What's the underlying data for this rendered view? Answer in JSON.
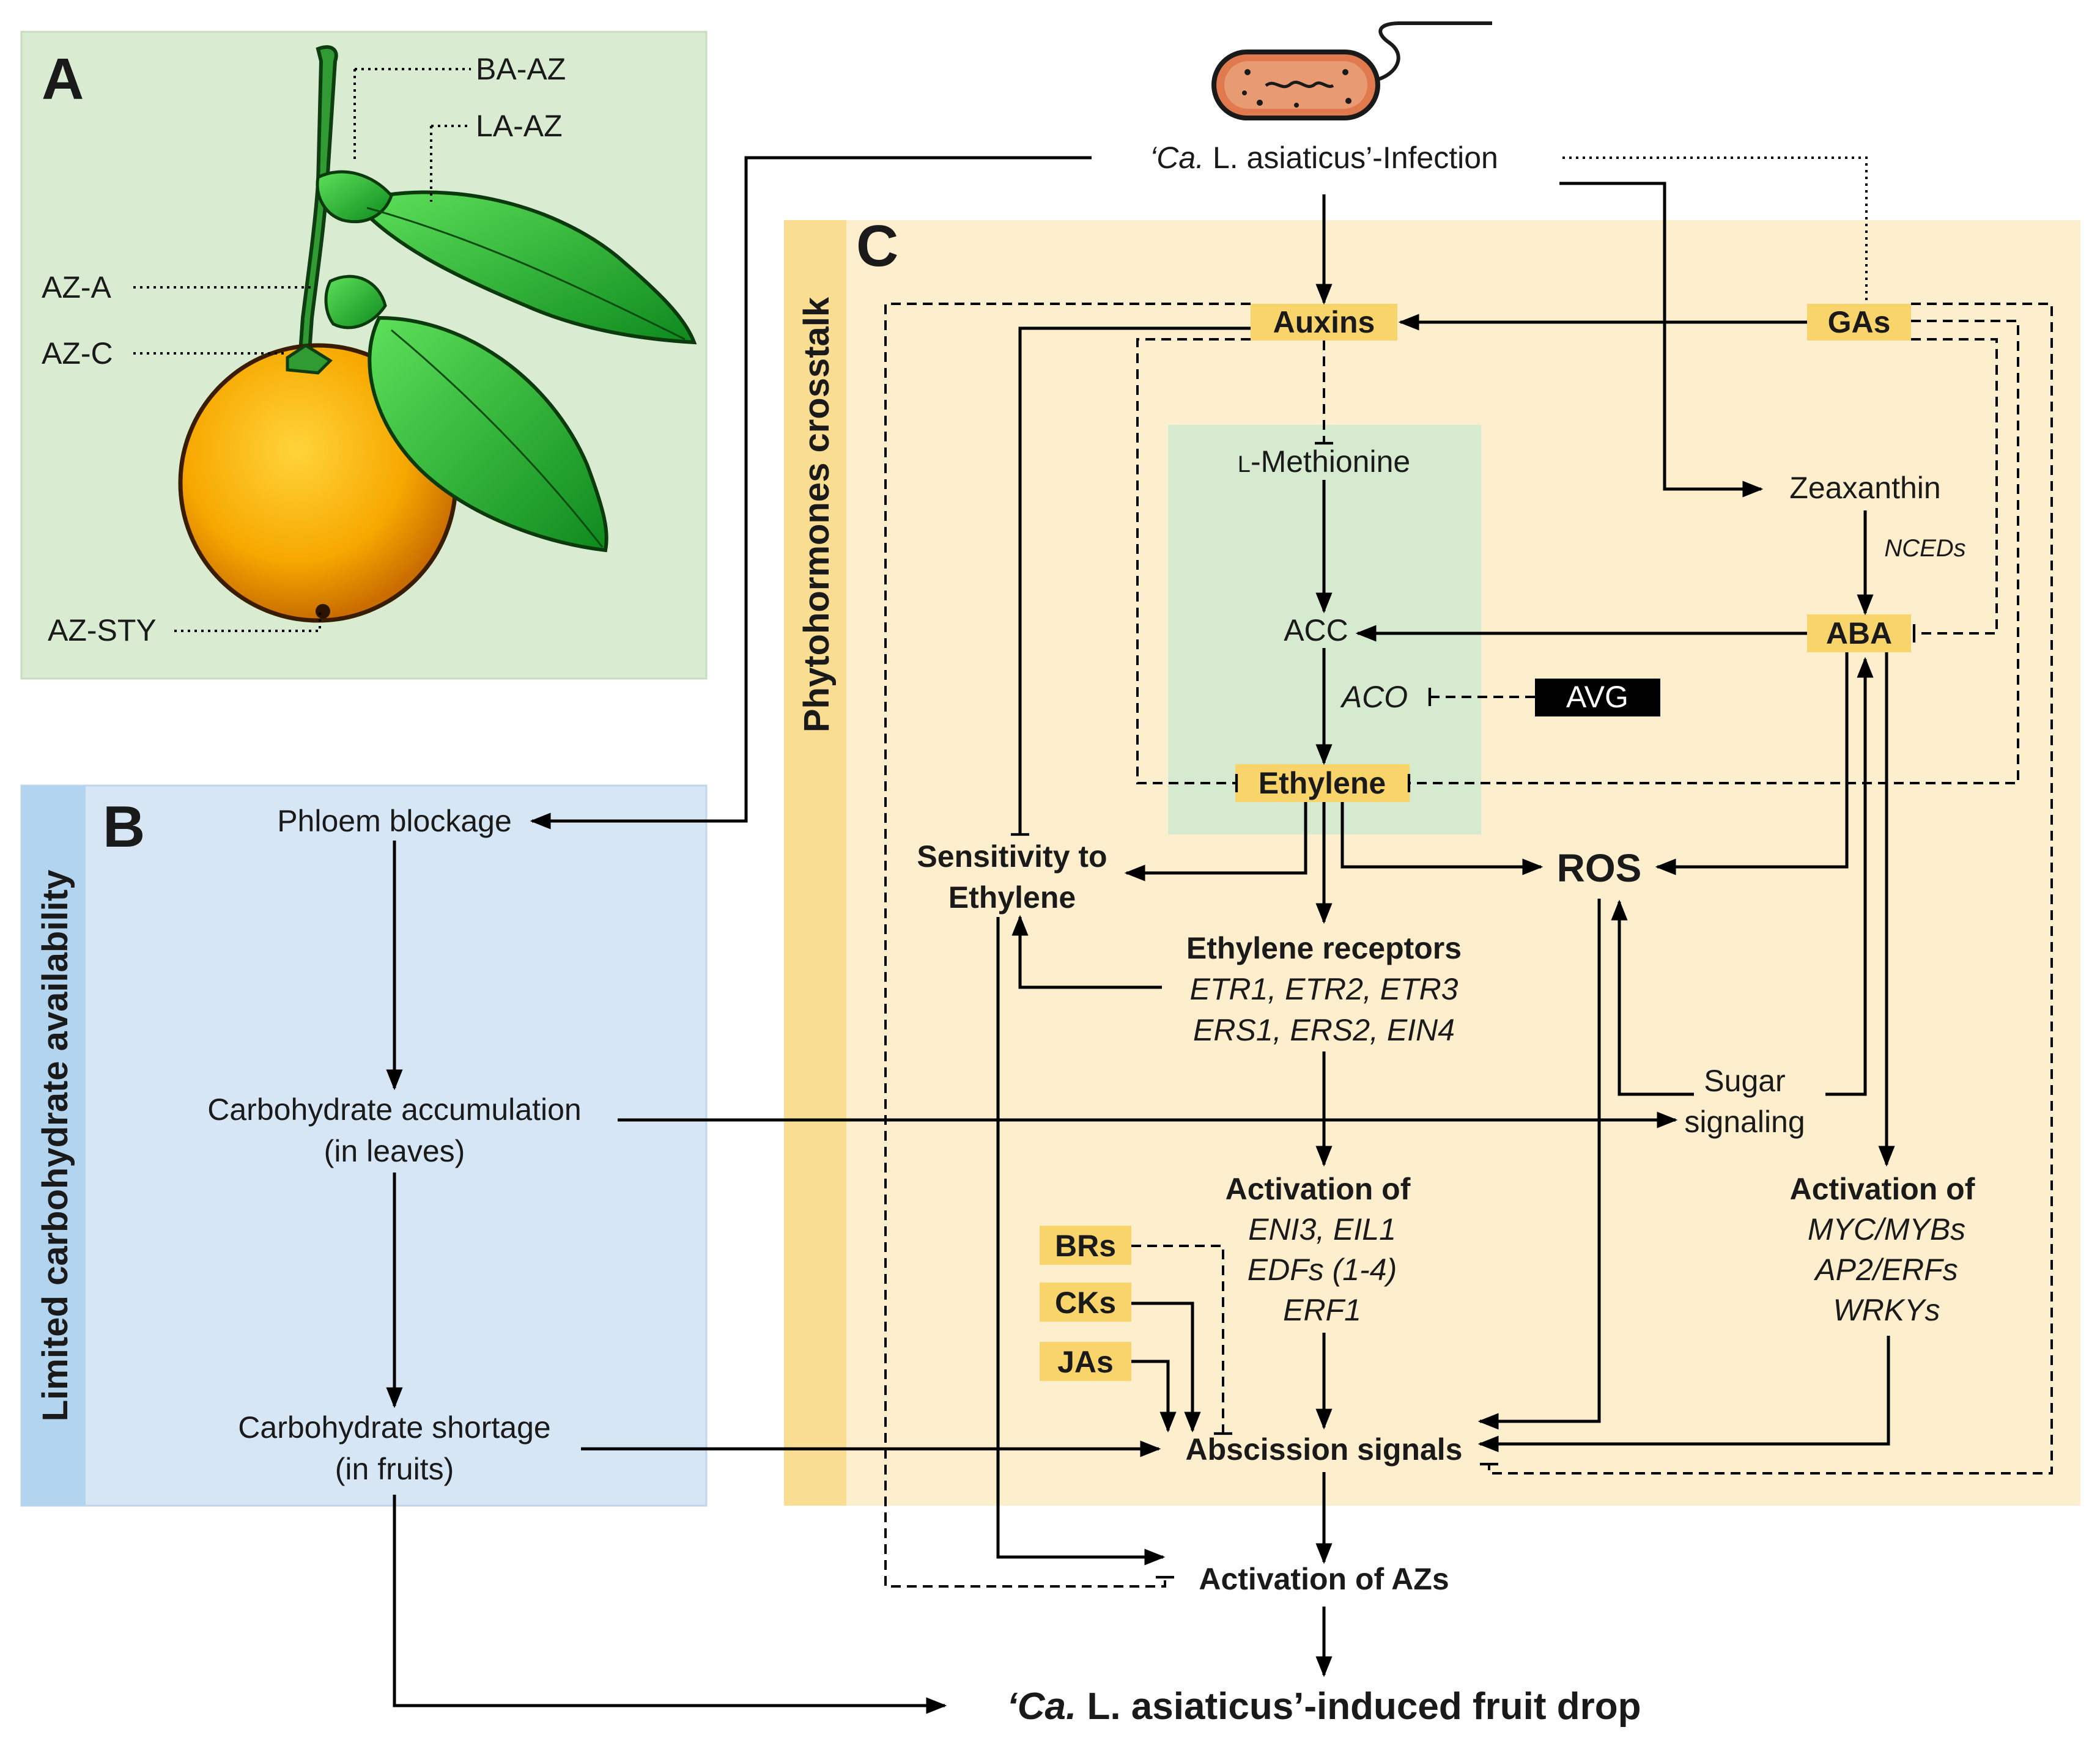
{
  "panels": {
    "a_letter": "A",
    "b_letter": "B",
    "c_letter": "C",
    "b_side_label": "Limited carbohydrate availability",
    "c_side_label": "Phytohormones crosstalk"
  },
  "panel_a": {
    "labels": [
      "BA-AZ",
      "LA-AZ",
      "AZ-A",
      "AZ-C",
      "AZ-STY"
    ]
  },
  "panel_b": {
    "phloem": "Phloem  blockage",
    "accum_line1": "Carbohydrate accumulation",
    "accum_line2": "(in leaves)",
    "short_line1": "Carbohydrate shortage",
    "short_line2": "(in fruits)"
  },
  "infection": {
    "prefix": "‘Ca.",
    "rest": " L. asiaticus’-Infection"
  },
  "hormones": {
    "auxins": "Auxins",
    "gas": "GAs",
    "aba": "ABA",
    "ethylene": "Ethylene",
    "brs": "BRs",
    "cks": "CKs",
    "jas": "JAs"
  },
  "pathway": {
    "methionine_prefix": "L",
    "methionine_rest": "-Methionine",
    "acc": "ACC",
    "aco": "ACO",
    "avg": "AVG",
    "zeaxanthin": "Zeaxanthin",
    "nceds": "NCEDs",
    "ros": "ROS",
    "sens_line1": "Sensitivity  to",
    "sens_line2": "Ethylene",
    "receptors_title": "Ethylene receptors",
    "receptors_line1": "ETR1, ETR2, ETR3",
    "receptors_line2": "ERS1, ERS2, EIN4",
    "sugar_line1": "Sugar",
    "sugar_line2": "signaling",
    "act_eth_title": "Activation of",
    "act_eth_line1": "ENI3, EIL1",
    "act_eth_line2": "EDFs (1-4)",
    "act_eth_line3": "ERF1",
    "act_aba_title": "Activation of",
    "act_aba_line1": "MYC/MYBs",
    "act_aba_line2": "AP2/ERFs",
    "act_aba_line3": "WRKYs",
    "abscission": "Abscission  signals",
    "activation_az": "Activation  of AZs"
  },
  "final": {
    "prefix": "‘Ca.",
    "rest": " L. asiaticus’-induced fruit drop"
  },
  "colors": {
    "panel_a_bg": "#d9ecd2",
    "panel_b_bg": "#d6e6f4",
    "panel_b_strip": "#b3d4ee",
    "panel_c_bg": "#fdefce",
    "panel_c_strip": "#f9dd92",
    "ethylene_box": "#d6ead0",
    "hormone_box": "#f9d46a",
    "avg_box": "#000000"
  }
}
